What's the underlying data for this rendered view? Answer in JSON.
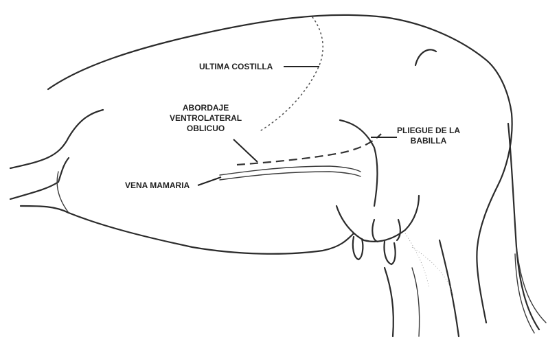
{
  "labels": {
    "ultima_costilla": "ULTIMA COSTILLA",
    "abordaje_line1": "ABORDAJE",
    "abordaje_line2": "VENTROLATERAL",
    "abordaje_line3": "OBLICUO",
    "pliegue_line1": "PLIEGUE DE LA",
    "pliegue_line2": "BABILLA",
    "vena_mamaria": "VENA MAMARIA"
  }
}
